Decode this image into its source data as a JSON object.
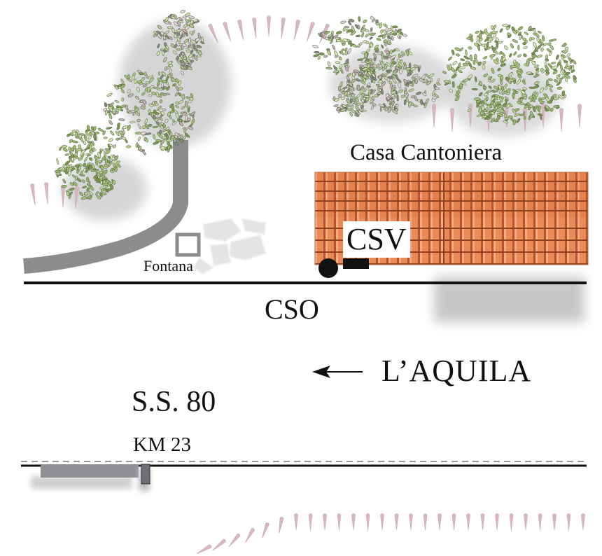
{
  "building": {
    "name": "Casa Cantoniera",
    "code": "CSV"
  },
  "fountain": {
    "label": "Fontana"
  },
  "road_point": {
    "code": "CSO"
  },
  "direction": {
    "label": "L’AQUILA",
    "arrow_icon": "left-arrow-icon"
  },
  "road": {
    "name": "S.S. 80",
    "km": "KM 23"
  },
  "colors": {
    "roof_tile": "#e88a5a",
    "roof_tile_dark": "#a04a22",
    "road_line": "#111111",
    "curb_gray": "#8c8c8c",
    "foliage_green": "#9ab86a",
    "foliage_dark": "#4a5a3a",
    "foliage_pink": "#c9b0b8",
    "cypress_pink": "#d8b8c0"
  }
}
